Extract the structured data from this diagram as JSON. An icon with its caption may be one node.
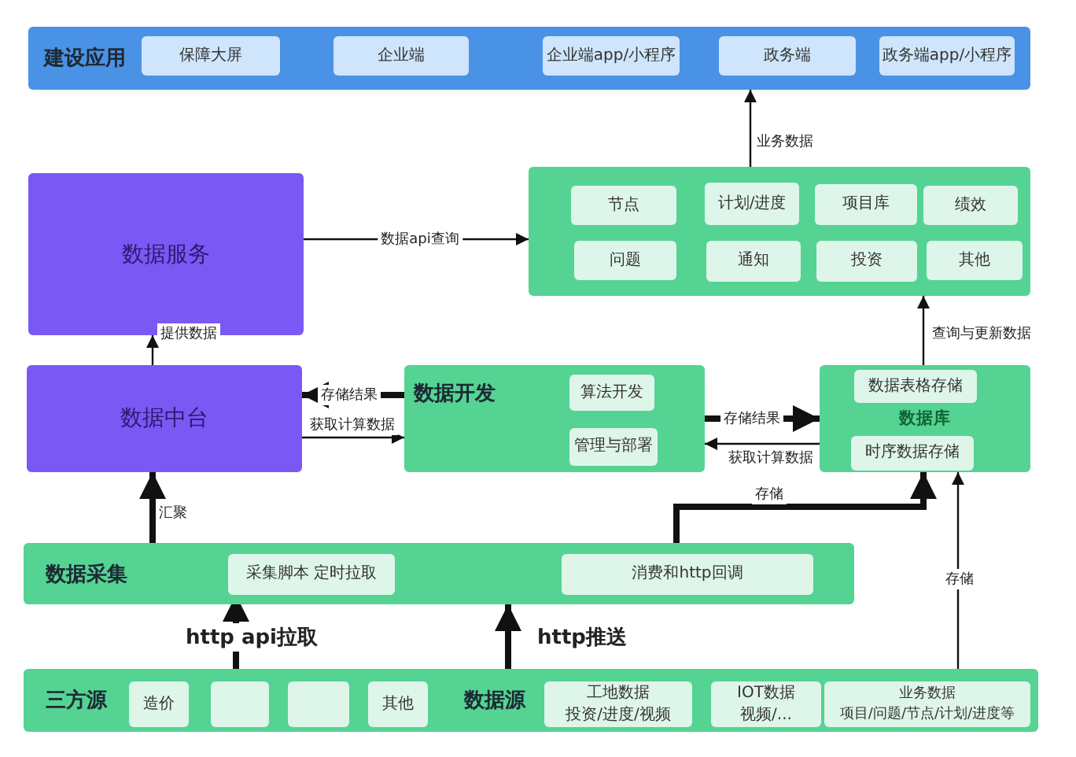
{
  "diagram": {
    "nodes": [
      {
        "text": [
          "建设应用"
        ]
      },
      {
        "text": [
          "保障大屏"
        ],
        "in": 0
      },
      {
        "text": [
          "企业端"
        ],
        "in": 0
      },
      {
        "text": [
          "企业端app/小程序"
        ],
        "in": 0
      },
      {
        "text": [
          "政务端"
        ],
        "in": 0
      },
      {
        "text": [
          "政务端app/小程序"
        ],
        "in": 0
      },
      {
        "text": [
          "数据服务"
        ]
      },
      {
        "text": [],
        "shape": "box"
      },
      {
        "text": [
          "节点"
        ],
        "in": 7
      },
      {
        "text": [
          "计划/进度"
        ],
        "in": 7
      },
      {
        "text": [
          "项目库"
        ],
        "in": 7
      },
      {
        "text": [
          "绩效"
        ],
        "in": 7
      },
      {
        "text": [
          "问题"
        ],
        "in": 7
      },
      {
        "text": [
          "通知"
        ],
        "in": 7
      },
      {
        "text": [
          "投资"
        ],
        "in": 7
      },
      {
        "text": [
          "其他"
        ],
        "in": 7
      },
      {
        "text": [
          "数据中台"
        ]
      },
      {
        "text": [
          "数据开发"
        ]
      },
      {
        "text": [
          "算法开发"
        ],
        "in": 17
      },
      {
        "text": [
          "管理与部署"
        ],
        "in": 17
      },
      {
        "text": [
          "数据库"
        ]
      },
      {
        "text": [
          "数据表格存储"
        ],
        "in": 20
      },
      {
        "text": [
          "时序数据存储"
        ],
        "in": 20
      },
      {
        "text": [
          "数据采集"
        ]
      },
      {
        "text": [
          "采集脚本 定时拉取"
        ],
        "in": 23
      },
      {
        "text": [
          "消费和http回调"
        ],
        "in": 23
      },
      {
        "text": [
          "三方源",
          "数据源"
        ]
      },
      {
        "text": [
          "造价"
        ],
        "in": 26
      },
      {
        "text": [],
        "shape": "box",
        "in": 26
      },
      {
        "text": [],
        "shape": "box",
        "in": 26
      },
      {
        "text": [
          "其他"
        ],
        "in": 26
      },
      {
        "text": [
          "工地数据",
          "投资/进度/视频"
        ],
        "in": 26
      },
      {
        "text": [
          "IOT数据",
          "视频/..."
        ],
        "in": 26
      },
      {
        "text": [
          "业务数据",
          "项目/问题/节点/计划/进度等"
        ],
        "in": 26
      }
    ],
    "edges": [
      {
        "from": 7,
        "to": 0,
        "arrow": "to",
        "label": "业务数据"
      },
      {
        "from": 6,
        "to": 7,
        "arrow": "to",
        "label": "数据api查询"
      },
      {
        "from": 16,
        "to": 6,
        "arrow": "to",
        "label": "提供数据"
      },
      {
        "from": 17,
        "to": 16,
        "arrow": "to",
        "label": "存储结果",
        "style": "thick"
      },
      {
        "from": 16,
        "to": 17,
        "arrow": "to",
        "label": "获取计算数据"
      },
      {
        "from": 17,
        "to": 20,
        "arrow": "to",
        "label": "存储结果",
        "style": "thick"
      },
      {
        "from": 20,
        "to": 17,
        "arrow": "to",
        "label": "获取计算数据"
      },
      {
        "from": 20,
        "to": 7,
        "arrow": "to",
        "label": "查询与更新数据"
      },
      {
        "from": 23,
        "to": 16,
        "arrow": "to",
        "label": "汇聚",
        "style": "thick"
      },
      {
        "from": 23,
        "to": 20,
        "arrow": "to",
        "label": "存储",
        "style": "thick"
      },
      {
        "from": 26,
        "to": 20,
        "arrow": "to",
        "label": "存储"
      },
      {
        "from": 26,
        "to": 24,
        "arrow": "to",
        "label": "http api拉取",
        "style": "thick"
      },
      {
        "from": 26,
        "to": 23,
        "arrow": "to",
        "label": "http推送",
        "style": "thick"
      }
    ]
  }
}
